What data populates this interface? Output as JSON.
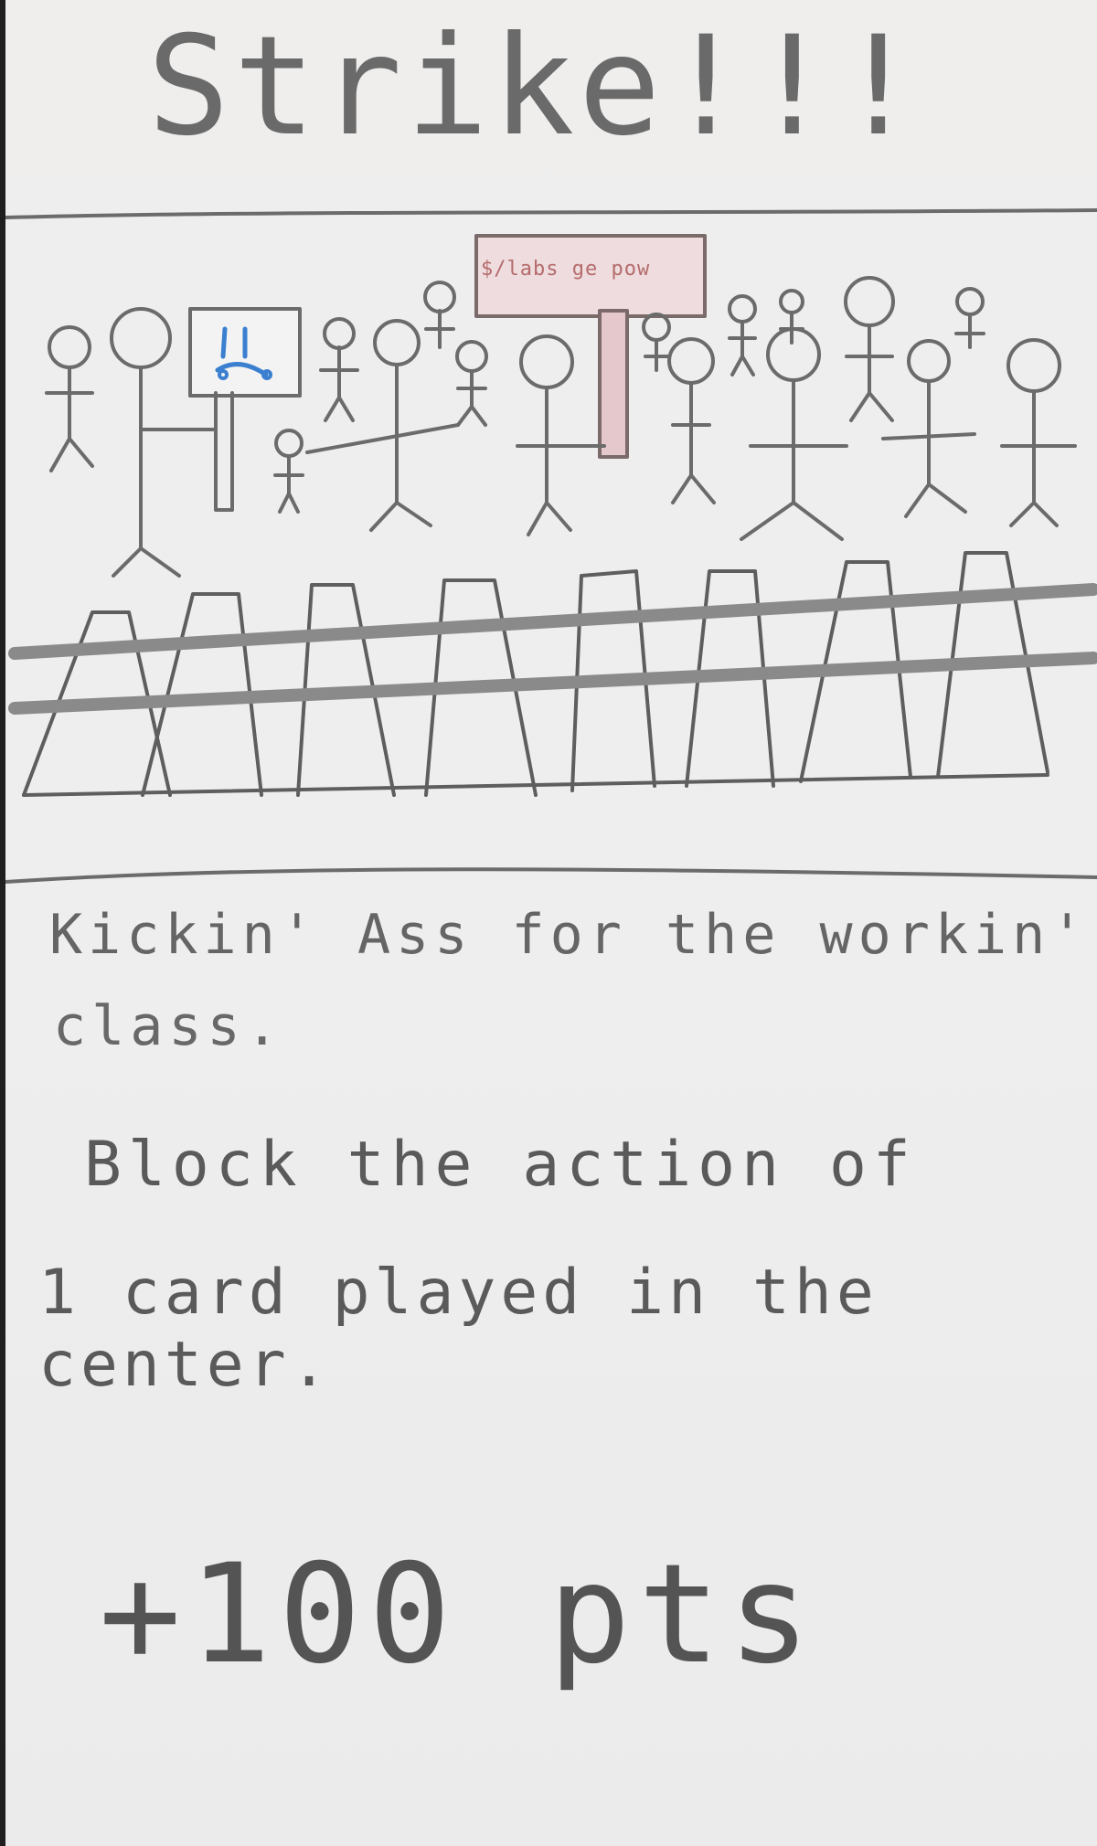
{
  "card": {
    "title": "Strike!!!",
    "flavor_line1": "Kickin' Ass for the workin'",
    "flavor_line2": "class.",
    "ability_line1": "Block the action of",
    "ability_line2": "1 card played in the center.",
    "points": "+100 pts",
    "sign_text": "$/labs ge pow"
  },
  "colors": {
    "pencil": "#666666",
    "sign_pink": "#c99aa0",
    "face_blue": "#3a7fd0"
  }
}
